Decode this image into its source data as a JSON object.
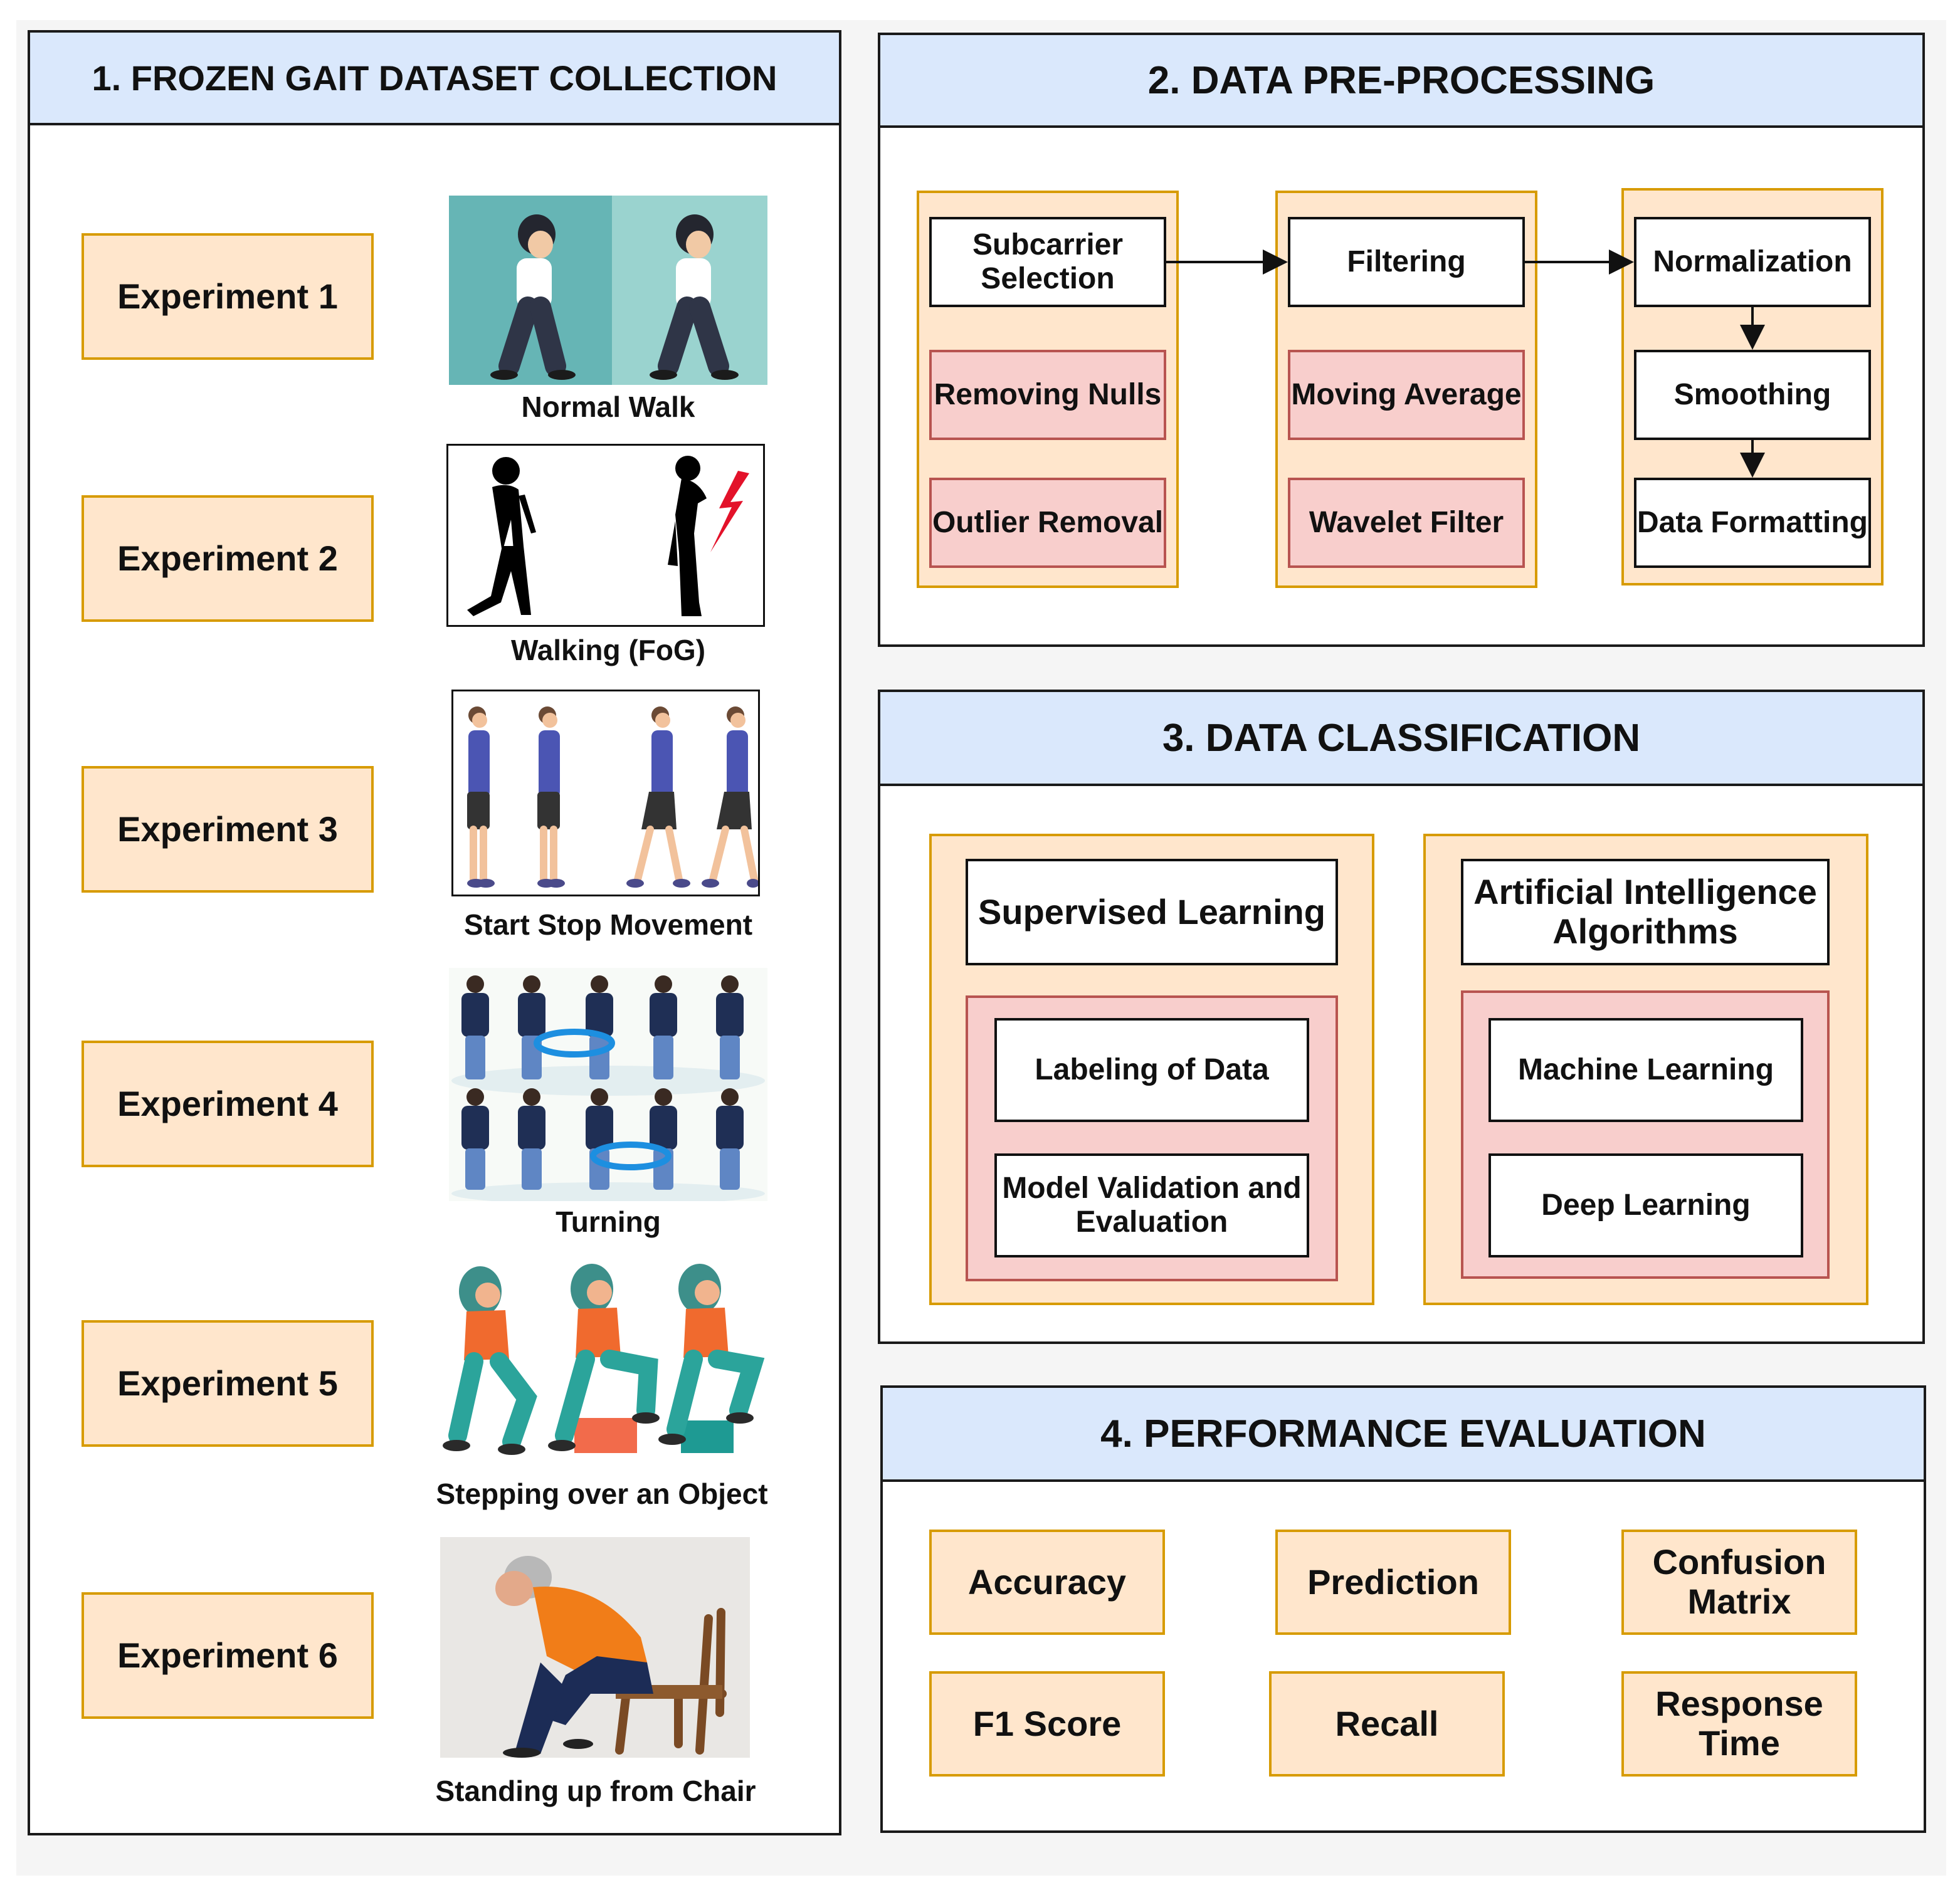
{
  "panel1": {
    "title": "1. FROZEN GAIT DATASET COLLECTION",
    "experiments": [
      {
        "label": "Experiment 1",
        "caption": "Normal Walk"
      },
      {
        "label": "Experiment 2",
        "caption": "Walking (FoG)"
      },
      {
        "label": "Experiment 3",
        "caption": "Start Stop Movement"
      },
      {
        "label": "Experiment 4",
        "caption": "Turning"
      },
      {
        "label": "Experiment 5",
        "caption": "Stepping over an Object"
      },
      {
        "label": "Experiment 6",
        "caption": "Standing up from Chair"
      }
    ]
  },
  "panel2": {
    "title": "2. DATA PRE-PROCESSING",
    "col1": [
      "Subcarrier Selection",
      "Removing Nulls",
      "Outlier Removal"
    ],
    "col2": [
      "Filtering",
      "Moving Average",
      "Wavelet Filter"
    ],
    "col3": [
      "Normalization",
      "Smoothing",
      "Data Formatting"
    ]
  },
  "panel3": {
    "title": "3. DATA CLASSIFICATION",
    "left": {
      "head": "Supervised Learning",
      "items": [
        "Labeling of Data",
        "Model Validation and Evaluation"
      ]
    },
    "right": {
      "head": "Artificial Intelligence Algorithms",
      "items": [
        "Machine Learning",
        "Deep Learning"
      ]
    }
  },
  "panel4": {
    "title": "4. PERFORMANCE EVALUATION",
    "metrics": [
      "Accuracy",
      "Prediction",
      "Confusion Matrix",
      "F1 Score",
      "Recall",
      "Response Time"
    ]
  },
  "colors": {
    "header_fill": "#dae8fc",
    "orange_fill": "#ffe6cc",
    "orange_stroke": "#d79b00",
    "pink_fill": "#f8cecc",
    "pink_stroke": "#b85450"
  }
}
